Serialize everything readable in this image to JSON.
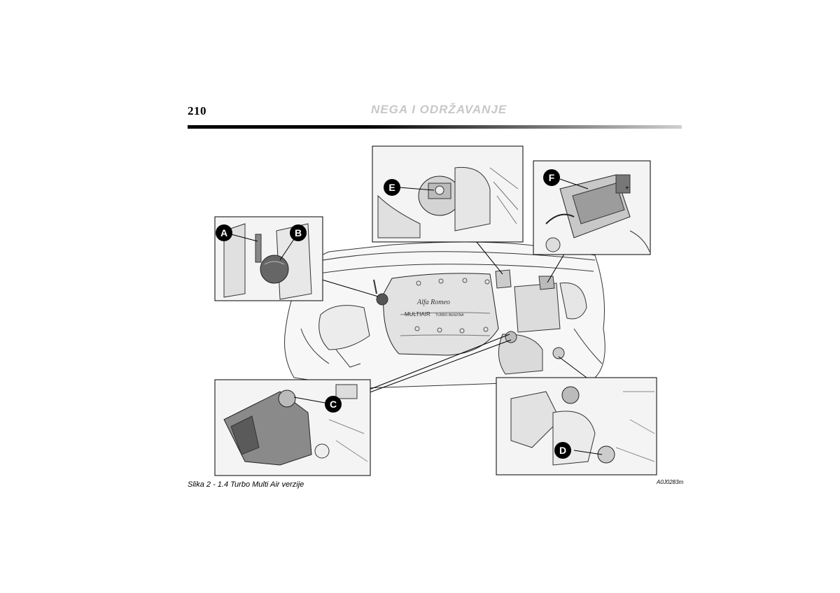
{
  "header": {
    "page_number": "210",
    "section_title": "NEGA I ODRŽAVANJE"
  },
  "figure": {
    "caption": "Slika 2 - 1.4 Turbo Multi Air verzije",
    "code": "A0J0283m",
    "engine_cover": {
      "brand": "Alfa Romeo",
      "line1": "MULTIAIR",
      "line2": "TURBO BENZINA"
    },
    "callouts": [
      {
        "letter": "A"
      },
      {
        "letter": "B"
      },
      {
        "letter": "C"
      },
      {
        "letter": "D"
      },
      {
        "letter": "E"
      },
      {
        "letter": "F"
      }
    ],
    "battery_symbol": "+"
  }
}
